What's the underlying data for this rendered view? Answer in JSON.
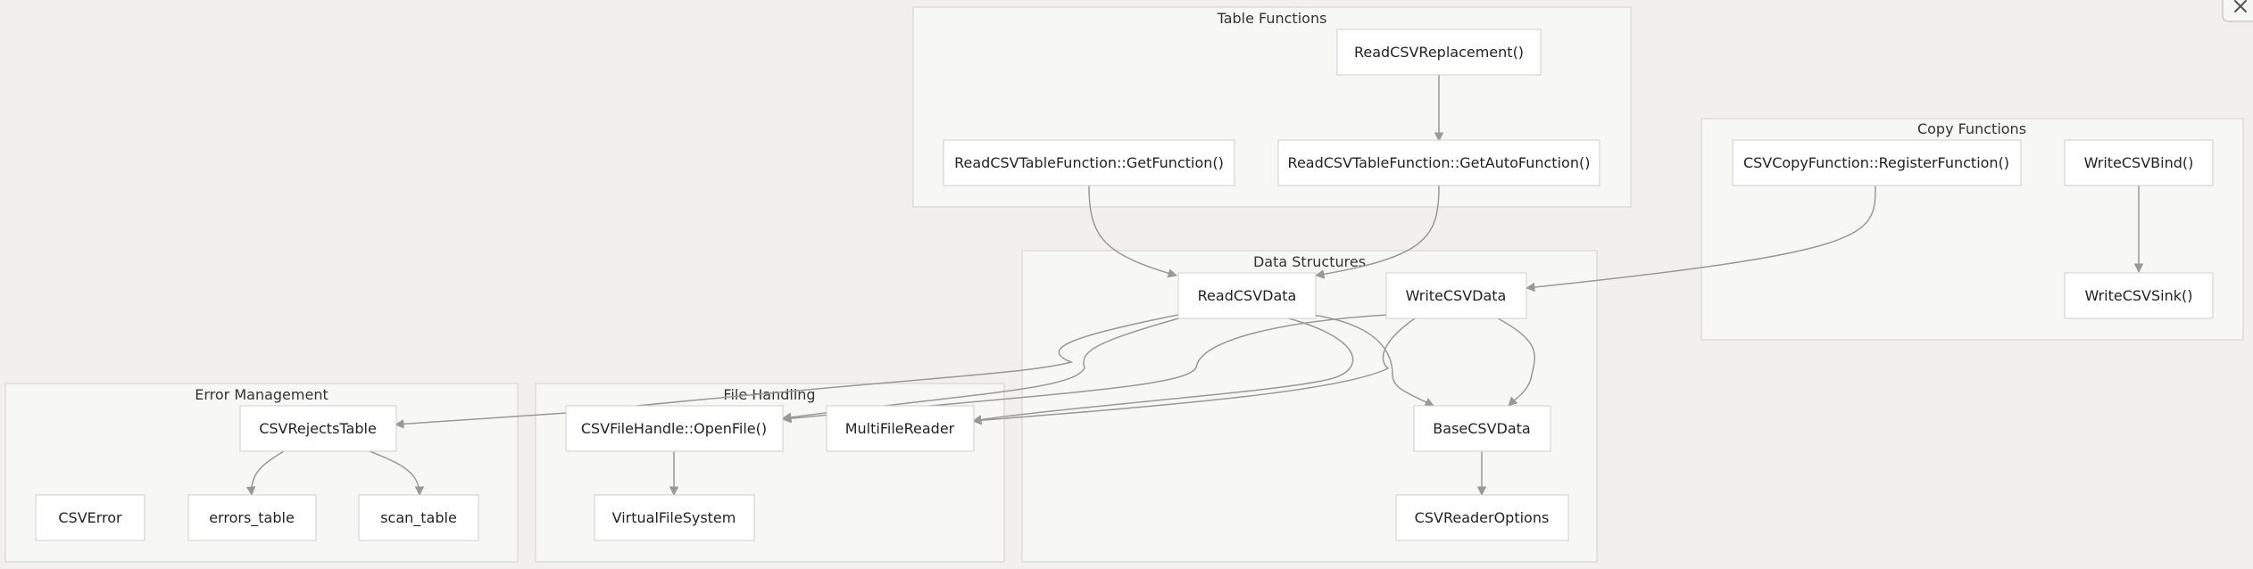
{
  "groups": {
    "table_functions": "Table Functions",
    "copy_functions": "Copy Functions",
    "data_structures": "Data Structures",
    "error_management": "Error Management",
    "file_handling": "File Handling"
  },
  "nodes": {
    "read_csv_replacement": "ReadCSVReplacement()",
    "read_csv_get_function": "ReadCSVTableFunction::GetFunction()",
    "read_csv_get_auto_function": "ReadCSVTableFunction::GetAutoFunction()",
    "csv_copy_register": "CSVCopyFunction::RegisterFunction()",
    "write_csv_bind": "WriteCSVBind()",
    "write_csv_sink": "WriteCSVSink()",
    "read_csv_data": "ReadCSVData",
    "write_csv_data": "WriteCSVData",
    "base_csv_data": "BaseCSVData",
    "csv_reader_options": "CSVReaderOptions",
    "csv_rejects_table": "CSVRejectsTable",
    "csv_error": "CSVError",
    "errors_table": "errors_table",
    "scan_table": "scan_table",
    "csv_file_handle_open": "CSVFileHandle::OpenFile()",
    "multi_file_reader": "MultiFileReader",
    "virtual_file_system": "VirtualFileSystem"
  },
  "icons": {
    "close": "close-icon"
  }
}
